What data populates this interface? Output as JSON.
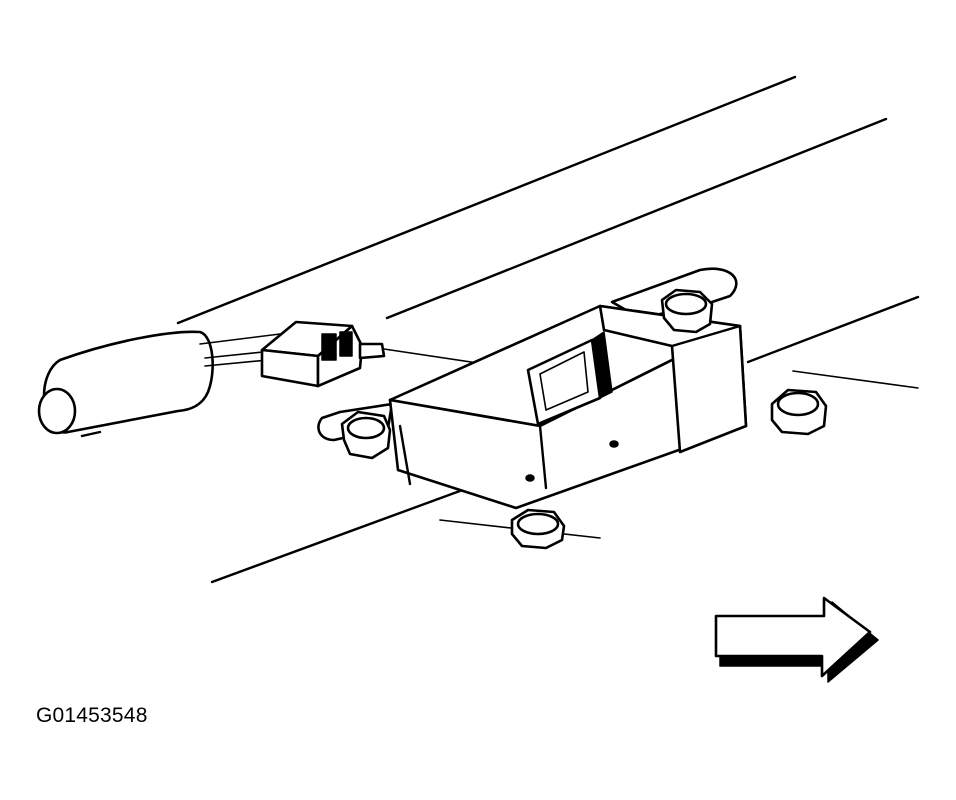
{
  "diagram": {
    "code": "G01453548",
    "parts": [
      "background-panel-lines",
      "wiring-harness",
      "electrical-connector",
      "control-module",
      "mounting-bracket",
      "mounting-nut",
      "front-direction-arrow"
    ],
    "colors": {
      "line": "#000000",
      "background": "#ffffff"
    }
  }
}
